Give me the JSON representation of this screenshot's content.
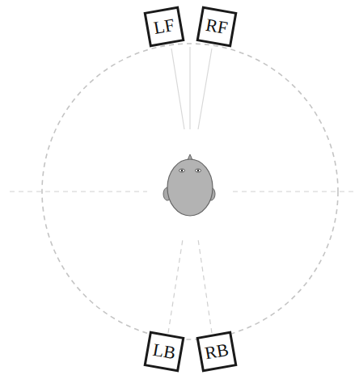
{
  "diagram": {
    "nodes": [
      {
        "text": [
          "LF"
        ]
      },
      {
        "text": [
          "RF"
        ]
      },
      {
        "text": [
          "LB"
        ]
      },
      {
        "text": [
          "RB"
        ]
      }
    ]
  }
}
